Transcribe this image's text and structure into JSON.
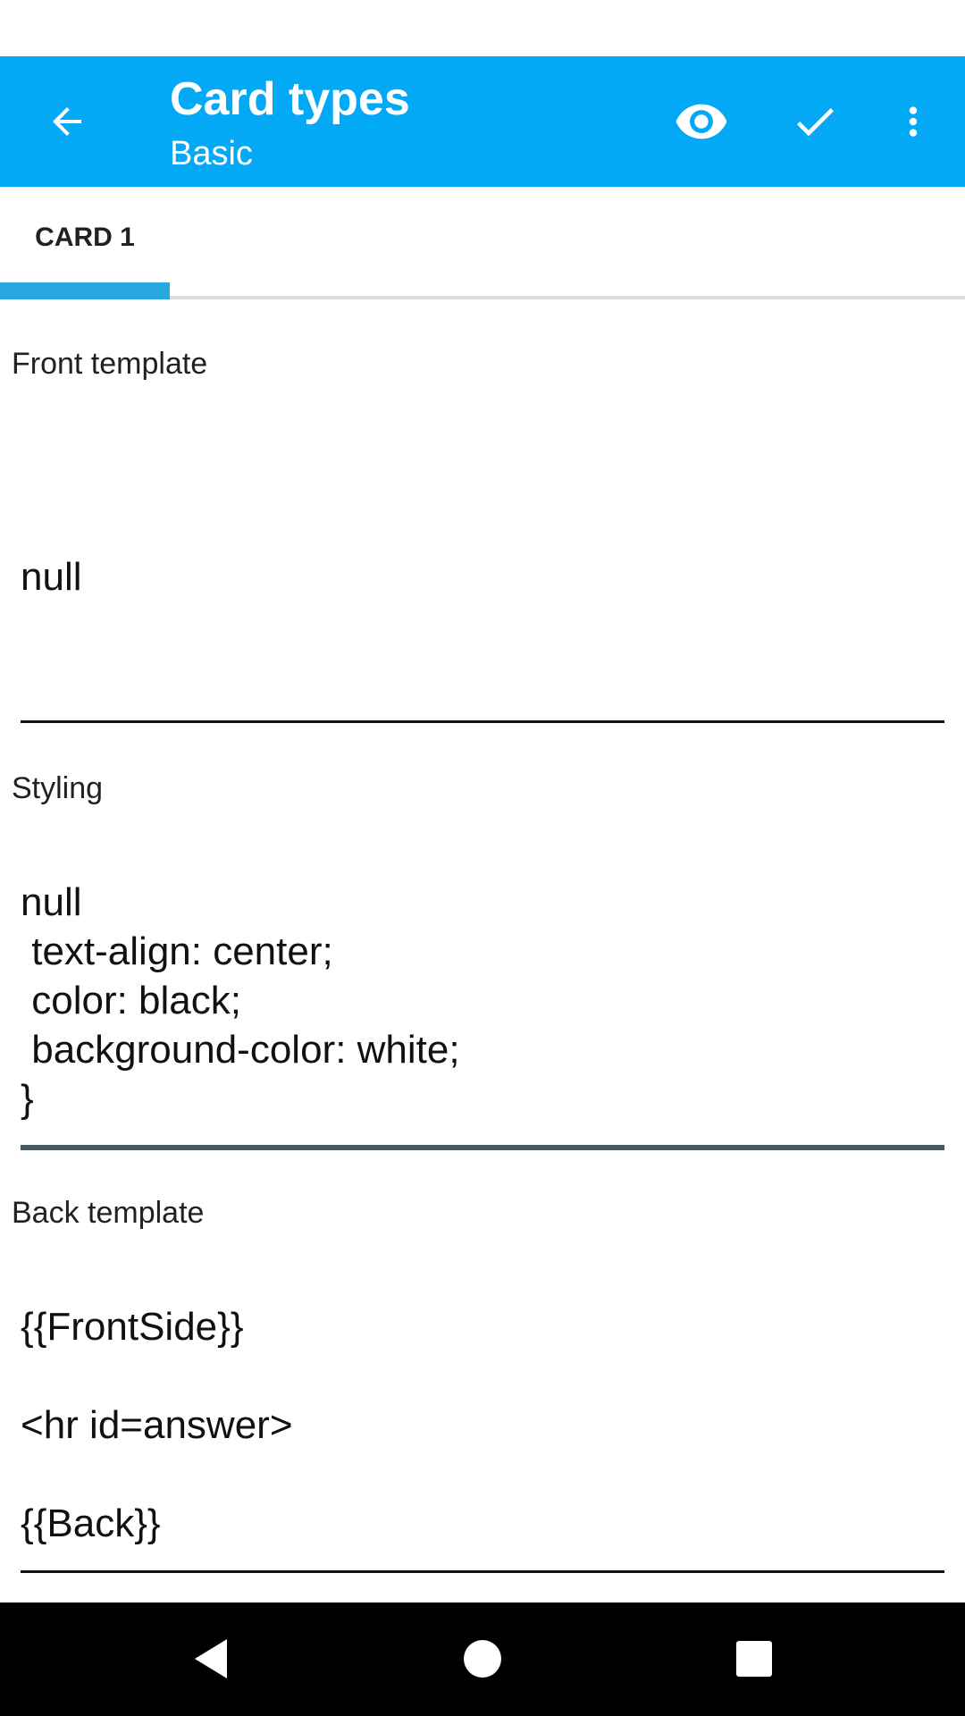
{
  "app_bar": {
    "title": "Card types",
    "subtitle": "Basic",
    "back_icon": "arrow-left-icon",
    "preview_icon": "eye-icon",
    "save_icon": "check-icon",
    "more_icon": "more-vert-icon",
    "background_color": "#03a9f4"
  },
  "tabs": [
    {
      "label": "CARD 1",
      "selected": true
    }
  ],
  "sections": {
    "front": {
      "label": "Front template",
      "content": "null"
    },
    "styling": {
      "label": "Styling",
      "content": "null\n text-align: center;\n color: black;\n background-color: white;\n}"
    },
    "back": {
      "label": "Back template",
      "content": "{{FrontSide}}\n\n<hr id=answer>\n\n{{Back}}"
    }
  },
  "nav_bar": {
    "back_icon": "nav-back-icon",
    "home_icon": "nav-home-icon",
    "recents_icon": "nav-recents-icon"
  }
}
